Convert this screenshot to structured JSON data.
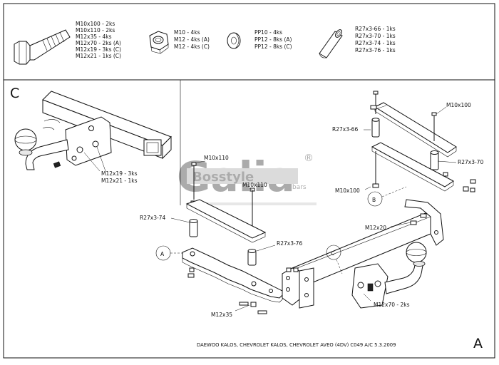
{
  "legend": {
    "bolts": [
      "M10x100 - 2ks",
      "M10x110 - 2ks",
      "M12x35 - 4ks",
      "M12x70 - 2ks (A)",
      "M12x19 - 3ks (C)",
      "M12x21 - 1ks (C)"
    ],
    "nuts": [
      "M10 - 4ks",
      "M12 - 4ks (A)",
      "M12 - 4ks (C)"
    ],
    "washers": [
      "PP10 - 4ks",
      "PP12 - 8ks (A)",
      "PP12 - 8ks (C)"
    ],
    "spacers": [
      "R27x3-66 - 1ks",
      "R27x3-70 - 1ks",
      "R27x3-74 - 1ks",
      "R27x3-76 - 1ks"
    ]
  },
  "detail": {
    "letter": "C",
    "labels": [
      "M12x19 - 3ks",
      "M12x21 - 1ks"
    ]
  },
  "callouts": {
    "m10x110": "M10x110",
    "m10x110b": "M10x110",
    "r27x3_74": "R27x3-74",
    "r27x3_76": "R27x3-76",
    "m12x35": "M12x35",
    "m10x100_top": "M10x100",
    "r27x3_66": "R27x3-66",
    "r27x3_70": "R27x3-70",
    "m10x100": "M10x100",
    "m12x20": "M12x20",
    "m12x70": "M12x70 - 2ks"
  },
  "points": {
    "a": "A",
    "b": "B",
    "c": "C"
  },
  "watermark": {
    "brand": "Galia",
    "word": "Bosstyle",
    "sub": "bars",
    "reg": "®"
  },
  "footer": {
    "text": "DAEWOO KALOS, CHEVROLET KALOS, CHEVROLET AVEO (4DV)  C049 A/C  5.3.2009",
    "letter": "A"
  }
}
